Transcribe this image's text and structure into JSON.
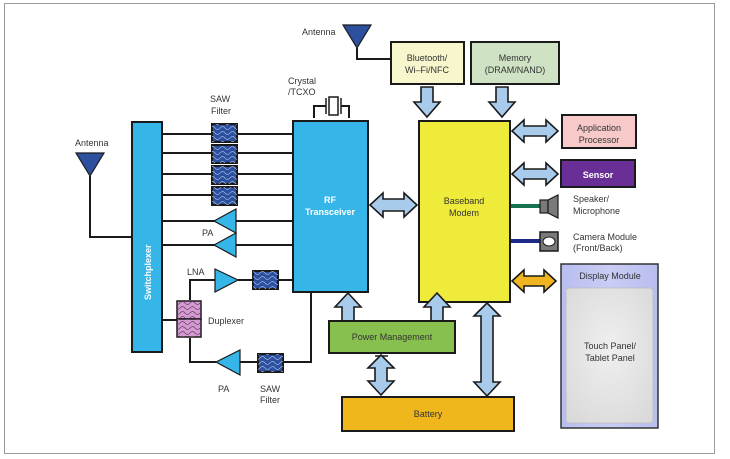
{
  "diagram": {
    "blocks": {
      "switchplexer": "Switchplexer",
      "rf_transceiver_line1": "RF",
      "rf_transceiver_line2": "Transceiver",
      "baseband_line1": "Baseband",
      "baseband_line2": "Modem",
      "bluetooth_line1": "Bluetooth/",
      "bluetooth_line2": "Wi–Fi/NFC",
      "memory_line1": "Memory",
      "memory_line2": "(DRAM/NAND)",
      "app_processor_line1": "Application",
      "app_processor_line2": "Processor",
      "sensor": "Sensor",
      "power_management": "Power Management",
      "battery": "Battery",
      "display_module": "Display Module",
      "touch_panel_line1": "Touch Panel/",
      "touch_panel_line2": "Tablet Panel"
    },
    "labels": {
      "antenna_left": "Antenna",
      "antenna_top": "Antenna",
      "crystal_line1": "Crystal",
      "crystal_line2": "/TCXO",
      "saw_filter_top_line1": "SAW",
      "saw_filter_top_line2": "Filter",
      "pa_upper": "PA",
      "lna": "LNA",
      "duplexer": "Duplexer",
      "pa_lower": "PA",
      "saw_filter_bottom_line1": "SAW",
      "saw_filter_bottom_line2": "Filter",
      "speaker_line1": "Speaker/",
      "speaker_line2": "Microphone",
      "camera_line1": "Camera Module",
      "camera_line2": "(Front/Back)"
    },
    "colors": {
      "rf_blue": "#36b6e8",
      "baseband_yellow": "#eeeb3a",
      "bluetooth_fill": "#f7f6cc",
      "memory_fill": "#cfe3c4",
      "app_processor_fill": "#f7c9c8",
      "sensor_fill": "#6a2f96",
      "power_green": "#87c04e",
      "battery_orange": "#f0b71c",
      "saw_filter_navy": "#2c4f9e",
      "duplexer_pink": "#d49bd0",
      "bus_arrow_blue": "#a8cbeb",
      "display_arrow_gold": "#f0b420",
      "speaker_line_green": "#17734f",
      "camera_line_navy": "#1d2a8a"
    }
  }
}
